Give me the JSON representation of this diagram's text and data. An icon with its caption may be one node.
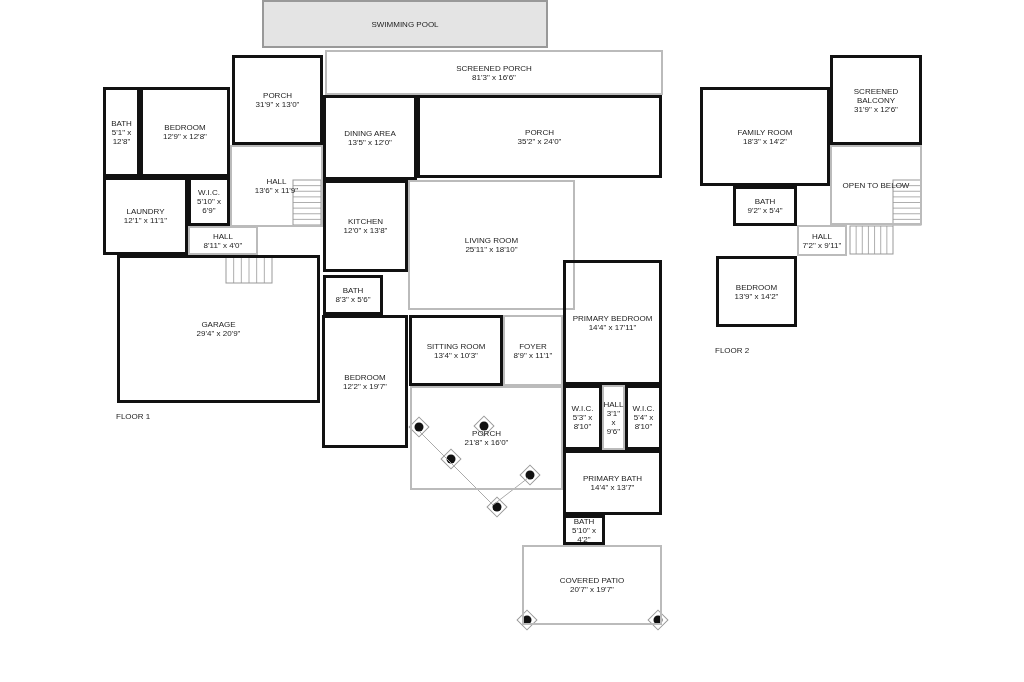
{
  "diagram": {
    "nodes": [
      {
        "text": [
          "SWIMMING POOL"
        ]
      },
      {
        "text": [
          "SCREENED PORCH",
          "81'3\" x 16'6\""
        ]
      },
      {
        "text": [
          "PORCH",
          "31'9\" x 13'0\""
        ]
      },
      {
        "text": [
          "BATH",
          "5'1\" x 12'8\""
        ]
      },
      {
        "text": [
          "BEDROOM",
          "12'9\" x 12'8\""
        ]
      },
      {
        "text": [
          "HALL",
          "13'6\" x 11'9\""
        ]
      },
      {
        "text": [
          "DINING AREA",
          "13'5\" x 12'0\""
        ]
      },
      {
        "text": [
          "PORCH",
          "35'2\" x 24'0\""
        ]
      },
      {
        "text": [
          "W.I.C.",
          "5'10\" x 6'9\""
        ]
      },
      {
        "text": [
          "LAUNDRY",
          "12'1\" x 11'1\""
        ]
      },
      {
        "text": [
          "HALL",
          "8'11\" x 4'0\""
        ]
      },
      {
        "text": [
          "KITCHEN",
          "12'0\" x 13'8\""
        ]
      },
      {
        "text": [
          "LIVING ROOM",
          "25'11\" x 18'10\""
        ]
      },
      {
        "text": [
          "GARAGE",
          "29'4\" x 20'9\""
        ]
      },
      {
        "text": [
          "BATH",
          "8'3\" x 5'6\""
        ]
      },
      {
        "text": [
          "PRIMARY BEDROOM",
          "14'4\" x 17'11\""
        ]
      },
      {
        "text": [
          "SITTING ROOM",
          "13'4\" x 10'3\""
        ]
      },
      {
        "text": [
          "FOYER",
          "8'9\" x 11'1\""
        ]
      },
      {
        "text": [
          "BEDROOM",
          "12'2\" x 19'7\""
        ]
      },
      {
        "text": [
          "PORCH",
          "21'8\" x 16'0\""
        ]
      },
      {
        "text": [
          "W.I.C.",
          "5'3\" x 8'10\""
        ]
      },
      {
        "text": [
          "HALL",
          "3'1\" x 9'6\""
        ]
      },
      {
        "text": [
          "W.I.C.",
          "5'4\" x 8'10\""
        ]
      },
      {
        "text": [
          "PRIMARY BATH",
          "14'4\" x 13'7\""
        ]
      },
      {
        "text": [
          "BATH",
          "5'10\" x 4'2\""
        ]
      },
      {
        "text": [
          "COVERED PATIO",
          "20'7\" x 19'7\""
        ]
      },
      {
        "text": [
          "SCREENED BALCONY",
          "31'9\" x 12'6\""
        ]
      },
      {
        "text": [
          "FAMILY ROOM",
          "18'3\" x 14'2\""
        ]
      },
      {
        "text": [
          "OPEN TO BELOW"
        ]
      },
      {
        "text": [
          "BATH",
          "9'2\" x 5'4\""
        ]
      },
      {
        "text": [
          "HALL",
          "7'2\" x 9'11\""
        ]
      },
      {
        "text": [
          "BEDROOM",
          "13'9\" x 14'2\""
        ]
      }
    ],
    "labels": [
      "FLOOR 1",
      "FLOOR 2"
    ]
  }
}
